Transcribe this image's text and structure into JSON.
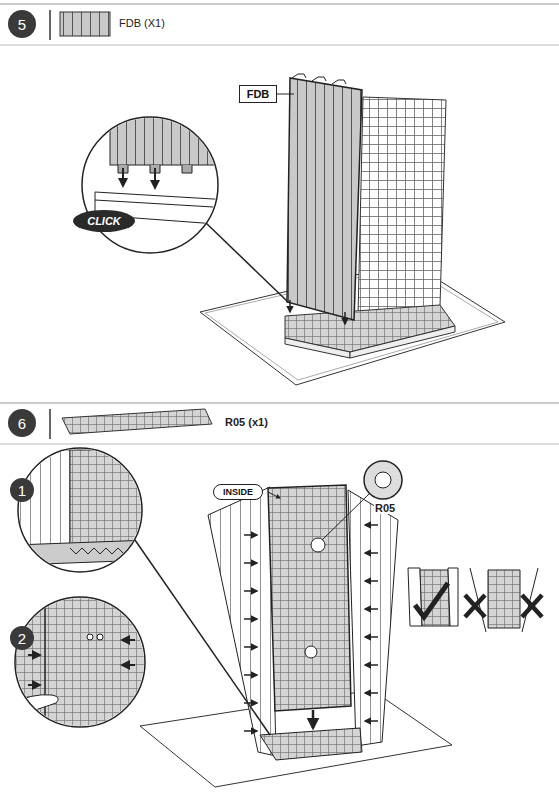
{
  "diagram": {
    "nodes": [
      {
        "text": [
          "5"
        ]
      },
      {
        "text": [
          "FDB"
        ]
      },
      {
        "text": [
          "CLICK"
        ]
      },
      {
        "text": [
          "6"
        ]
      },
      {
        "text": [
          "INSIDE"
        ]
      },
      {
        "text": [
          "1"
        ]
      },
      {
        "text": [
          "2"
        ]
      }
    ],
    "labels": [
      "FDB (X1)",
      "R05 (x1)",
      "R05"
    ]
  }
}
